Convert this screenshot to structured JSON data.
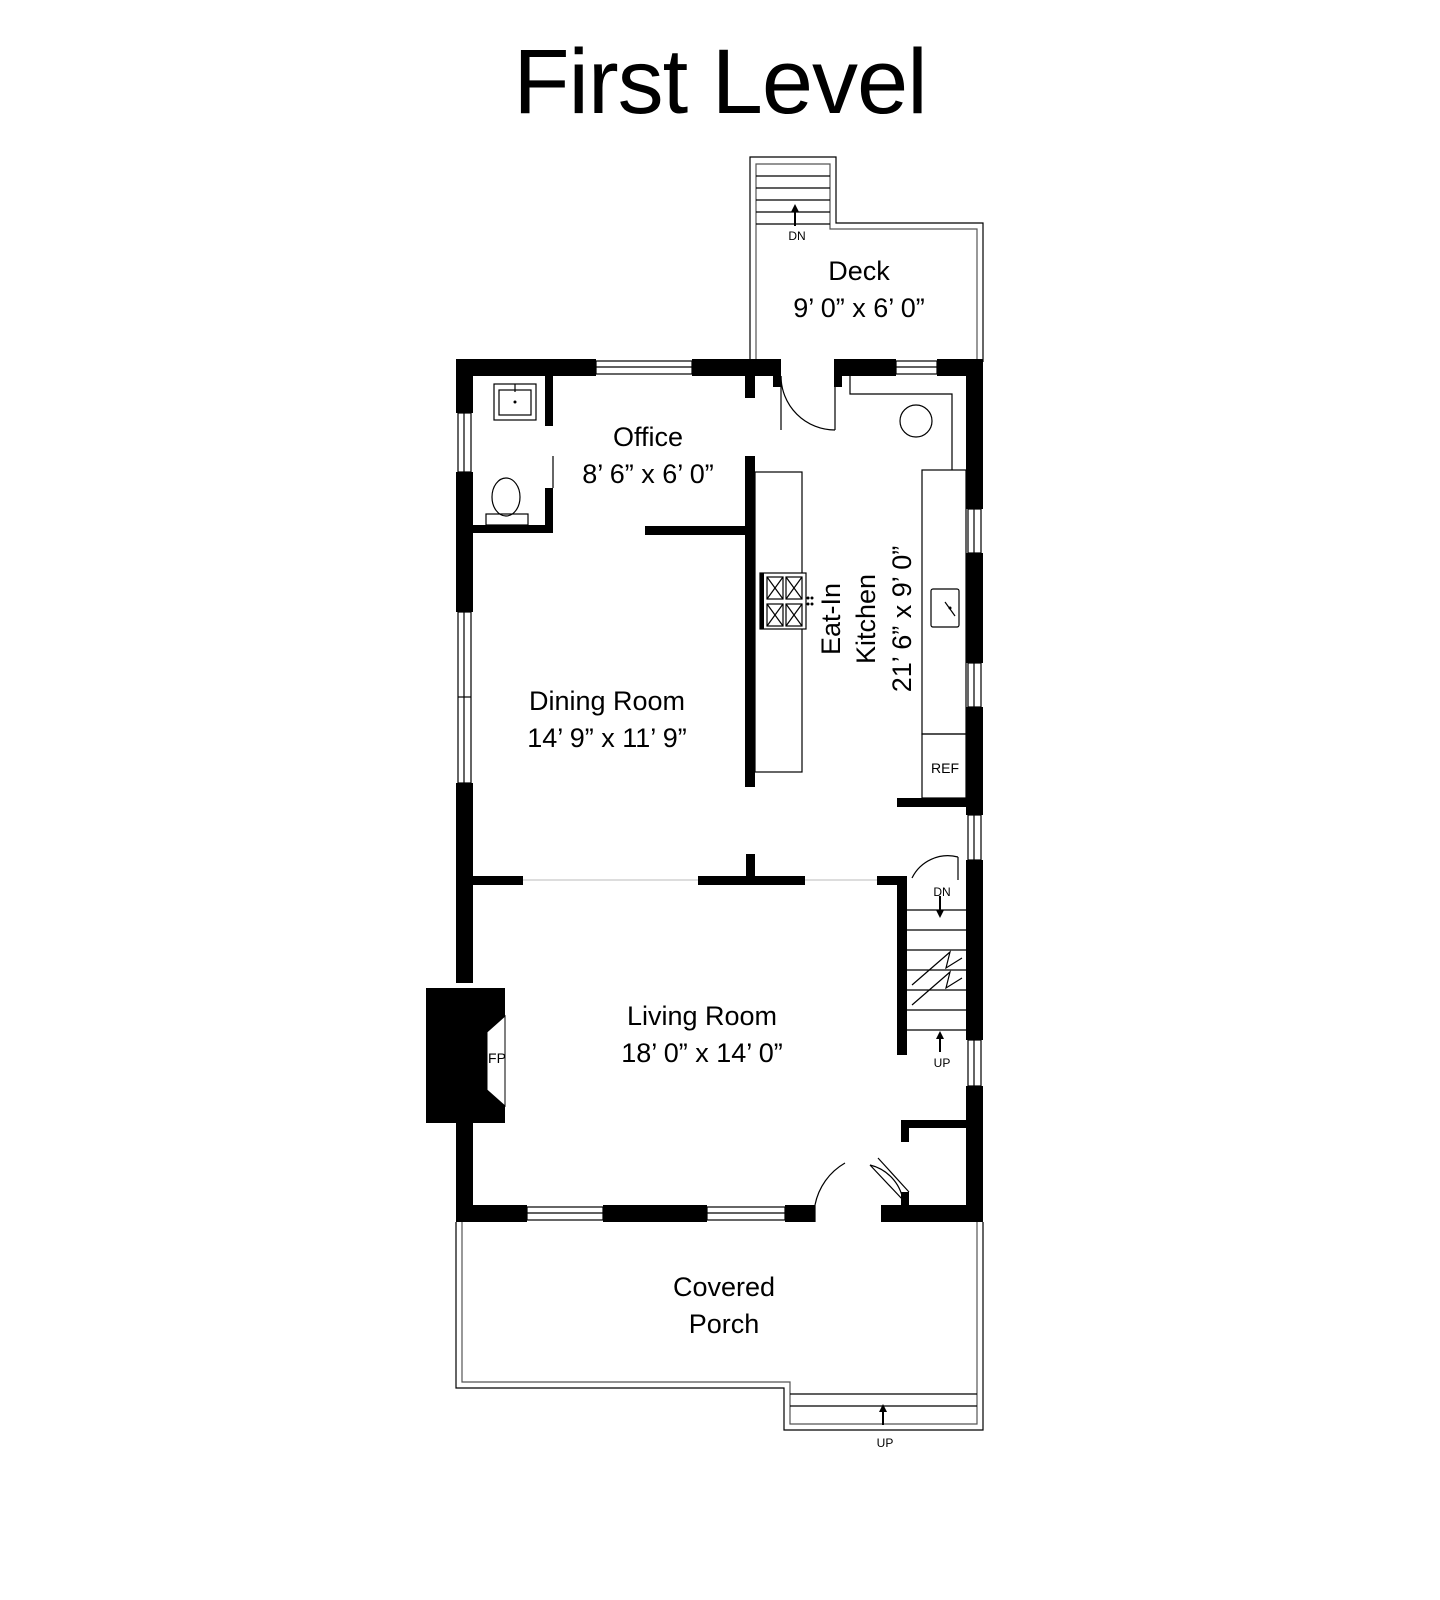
{
  "title": "First Level",
  "rooms": {
    "deck": {
      "name": "Deck",
      "dims": "9’ 0” x 6’ 0”"
    },
    "office": {
      "name": "Office",
      "dims": "8’ 6” x 6’ 0”"
    },
    "kitchen": {
      "name_line1": "Eat-In",
      "name_line2": "Kitchen",
      "dims": "21’ 6” x 9’ 0”"
    },
    "dining": {
      "name": "Dining Room",
      "dims": "14’ 9” x 11’ 9”"
    },
    "living": {
      "name": "Living Room",
      "dims": "18’ 0” x 14’ 0”"
    },
    "porch": {
      "name_line1": "Covered",
      "name_line2": "Porch"
    }
  },
  "labels": {
    "deck_stairs": "DN",
    "basement_stairs": "DN",
    "upper_stairs": "UP",
    "porch_stairs": "UP",
    "refrigerator": "REF",
    "fireplace": "FP"
  }
}
